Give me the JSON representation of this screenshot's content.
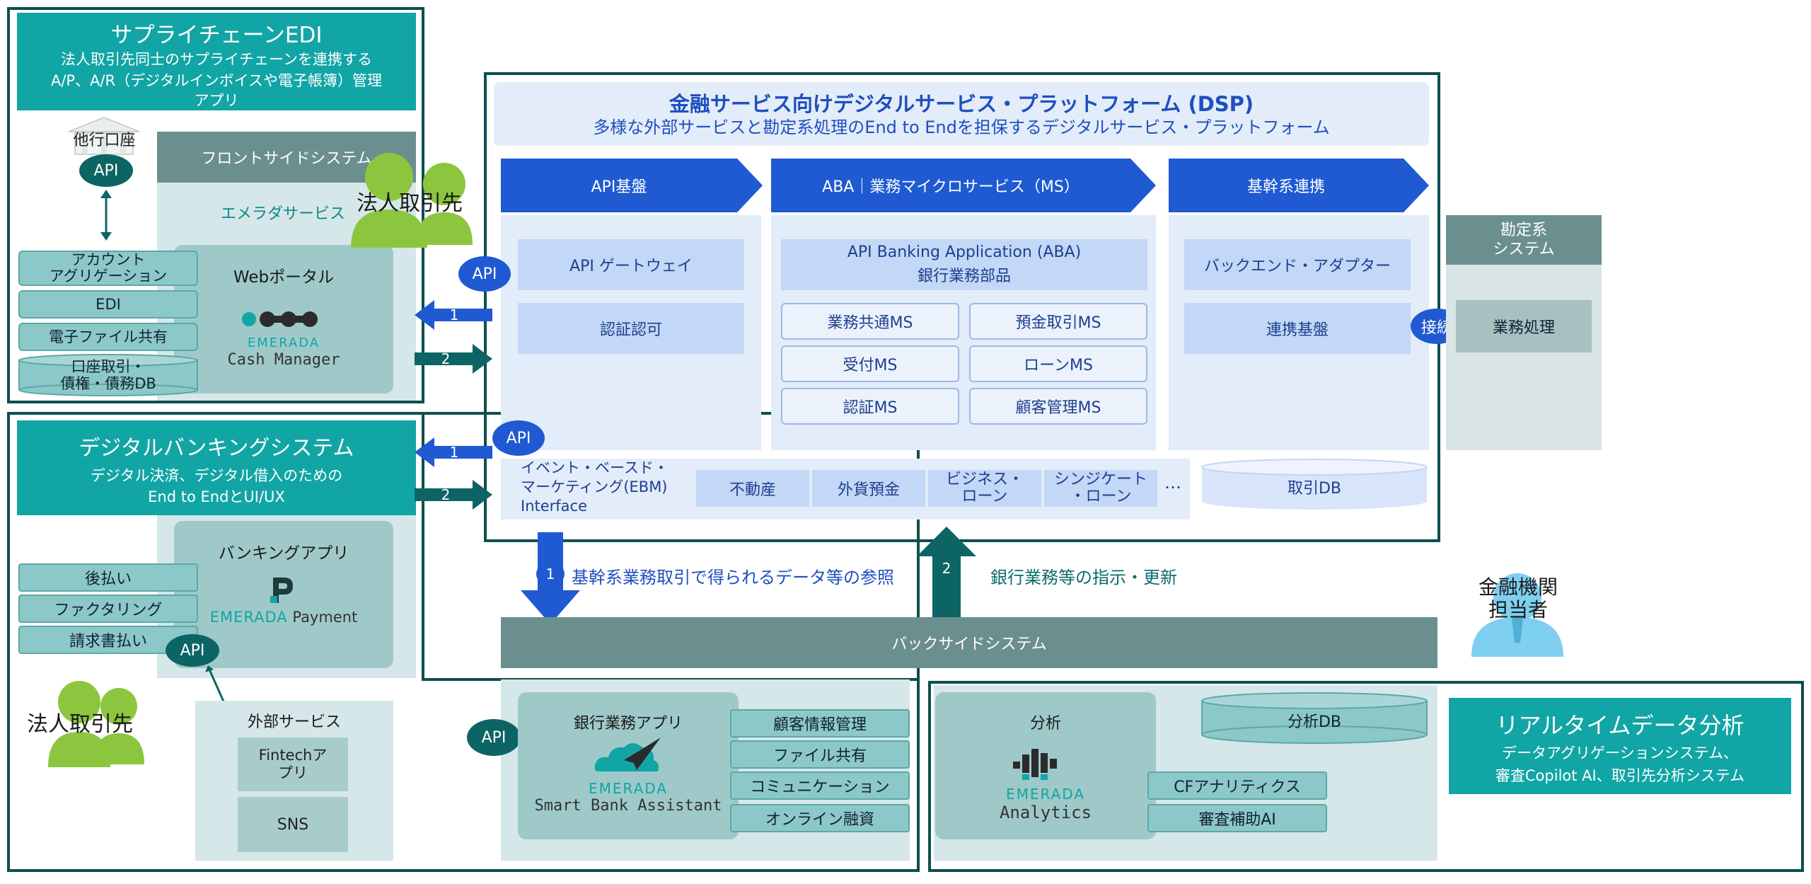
{
  "edi": {
    "title": "サプライチェーンEDI",
    "sub1": "法人取引先同士のサプライチェーンを連携する",
    "sub2": "A/P、A/R（デジタルインボイスや電子帳簿）管理",
    "sub3": "アプリ"
  },
  "other_bank": "他行口座",
  "api": "API",
  "front": {
    "title": "フロントサイドシステム",
    "service": "エメラダサービス",
    "portal": "Webポータル",
    "brand": "EMERADA",
    "product": "Cash Manager"
  },
  "corporate": "法人取引先",
  "edi_items": [
    "アカウント\nアグリゲーション",
    "EDI",
    "電子ファイル共有",
    "口座取引・\n債権・債務DB"
  ],
  "dbs": {
    "title": "デジタルバンキングシステム",
    "sub1": "デジタル決済、デジタル借入のための",
    "sub2": "End to EndとUI/UX",
    "app": "バンキングアプリ",
    "brand": "EMERADA",
    "product": "Payment"
  },
  "dbs_items": [
    "後払い",
    "ファクタリング",
    "請求書払い"
  ],
  "external": {
    "title": "外部サービス",
    "items": [
      "Fintechア\nプリ",
      "SNS"
    ]
  },
  "dsp": {
    "title": "金融サービス向けデジタルサービス・プラットフォーム (DSP)",
    "sub": "多様な外部サービスと勘定系処理のEnd to Endを担保するデジタルサービス・プラットフォーム"
  },
  "chevrons": [
    "API基盤",
    "ABA｜業務マイクロサービス（MS）",
    "基幹系連携"
  ],
  "api_col": [
    "API ゲートウェイ",
    "認証認可"
  ],
  "aba": {
    "title1": "API Banking Application (ABA)",
    "title2": "銀行業務部品"
  },
  "ms": [
    "業務共通MS",
    "預金取引MS",
    "受付MS",
    "ローンMS",
    "認証MS",
    "顧客管理MS"
  ],
  "core_col": [
    "バックエンド・アダプター",
    "連携基盤"
  ],
  "ebm": {
    "label": "イベント・ベースド・\nマーケティング(EBM)\nInterface",
    "items": [
      "不動産",
      "外貨預金",
      "ビジネス・\nローン",
      "シンジケート\n・ローン"
    ],
    "more": "…"
  },
  "trade_db": "取引DB",
  "connect": "接続",
  "accounting": {
    "title": "勘定系\nシステム",
    "item": "業務処理"
  },
  "arrows": {
    "down": "基幹系業務取引で得られるデータ等の参照",
    "up": "銀行業務等の指示・更新",
    "n1": "1",
    "n2": "2"
  },
  "back": "バックサイドシステム",
  "staff": "金融機関\n担当者",
  "bank_app": {
    "title": "銀行業務アプリ",
    "brand": "EMERADA",
    "product": "Smart Bank Assistant",
    "items": [
      "顧客情報管理",
      "ファイル共有",
      "コミュニケーション",
      "オンライン融資"
    ]
  },
  "analysis": {
    "title": "分析",
    "db": "分析DB",
    "brand": "EMERADA",
    "product": "Analytics",
    "items": [
      "CFアナリティクス",
      "審査補助AI"
    ]
  },
  "realtime": {
    "title": "リアルタイムデータ分析",
    "sub1": "データアグリゲーションシステム、",
    "sub2": "審査Copilot AI、取引先分析システム"
  },
  "colors": {
    "teal": "#12a5a5",
    "dark_teal": "#0d4f4f",
    "blue": "#1f5ad2",
    "green": "#8cc63f",
    "light_blue": "#7fcff0"
  }
}
